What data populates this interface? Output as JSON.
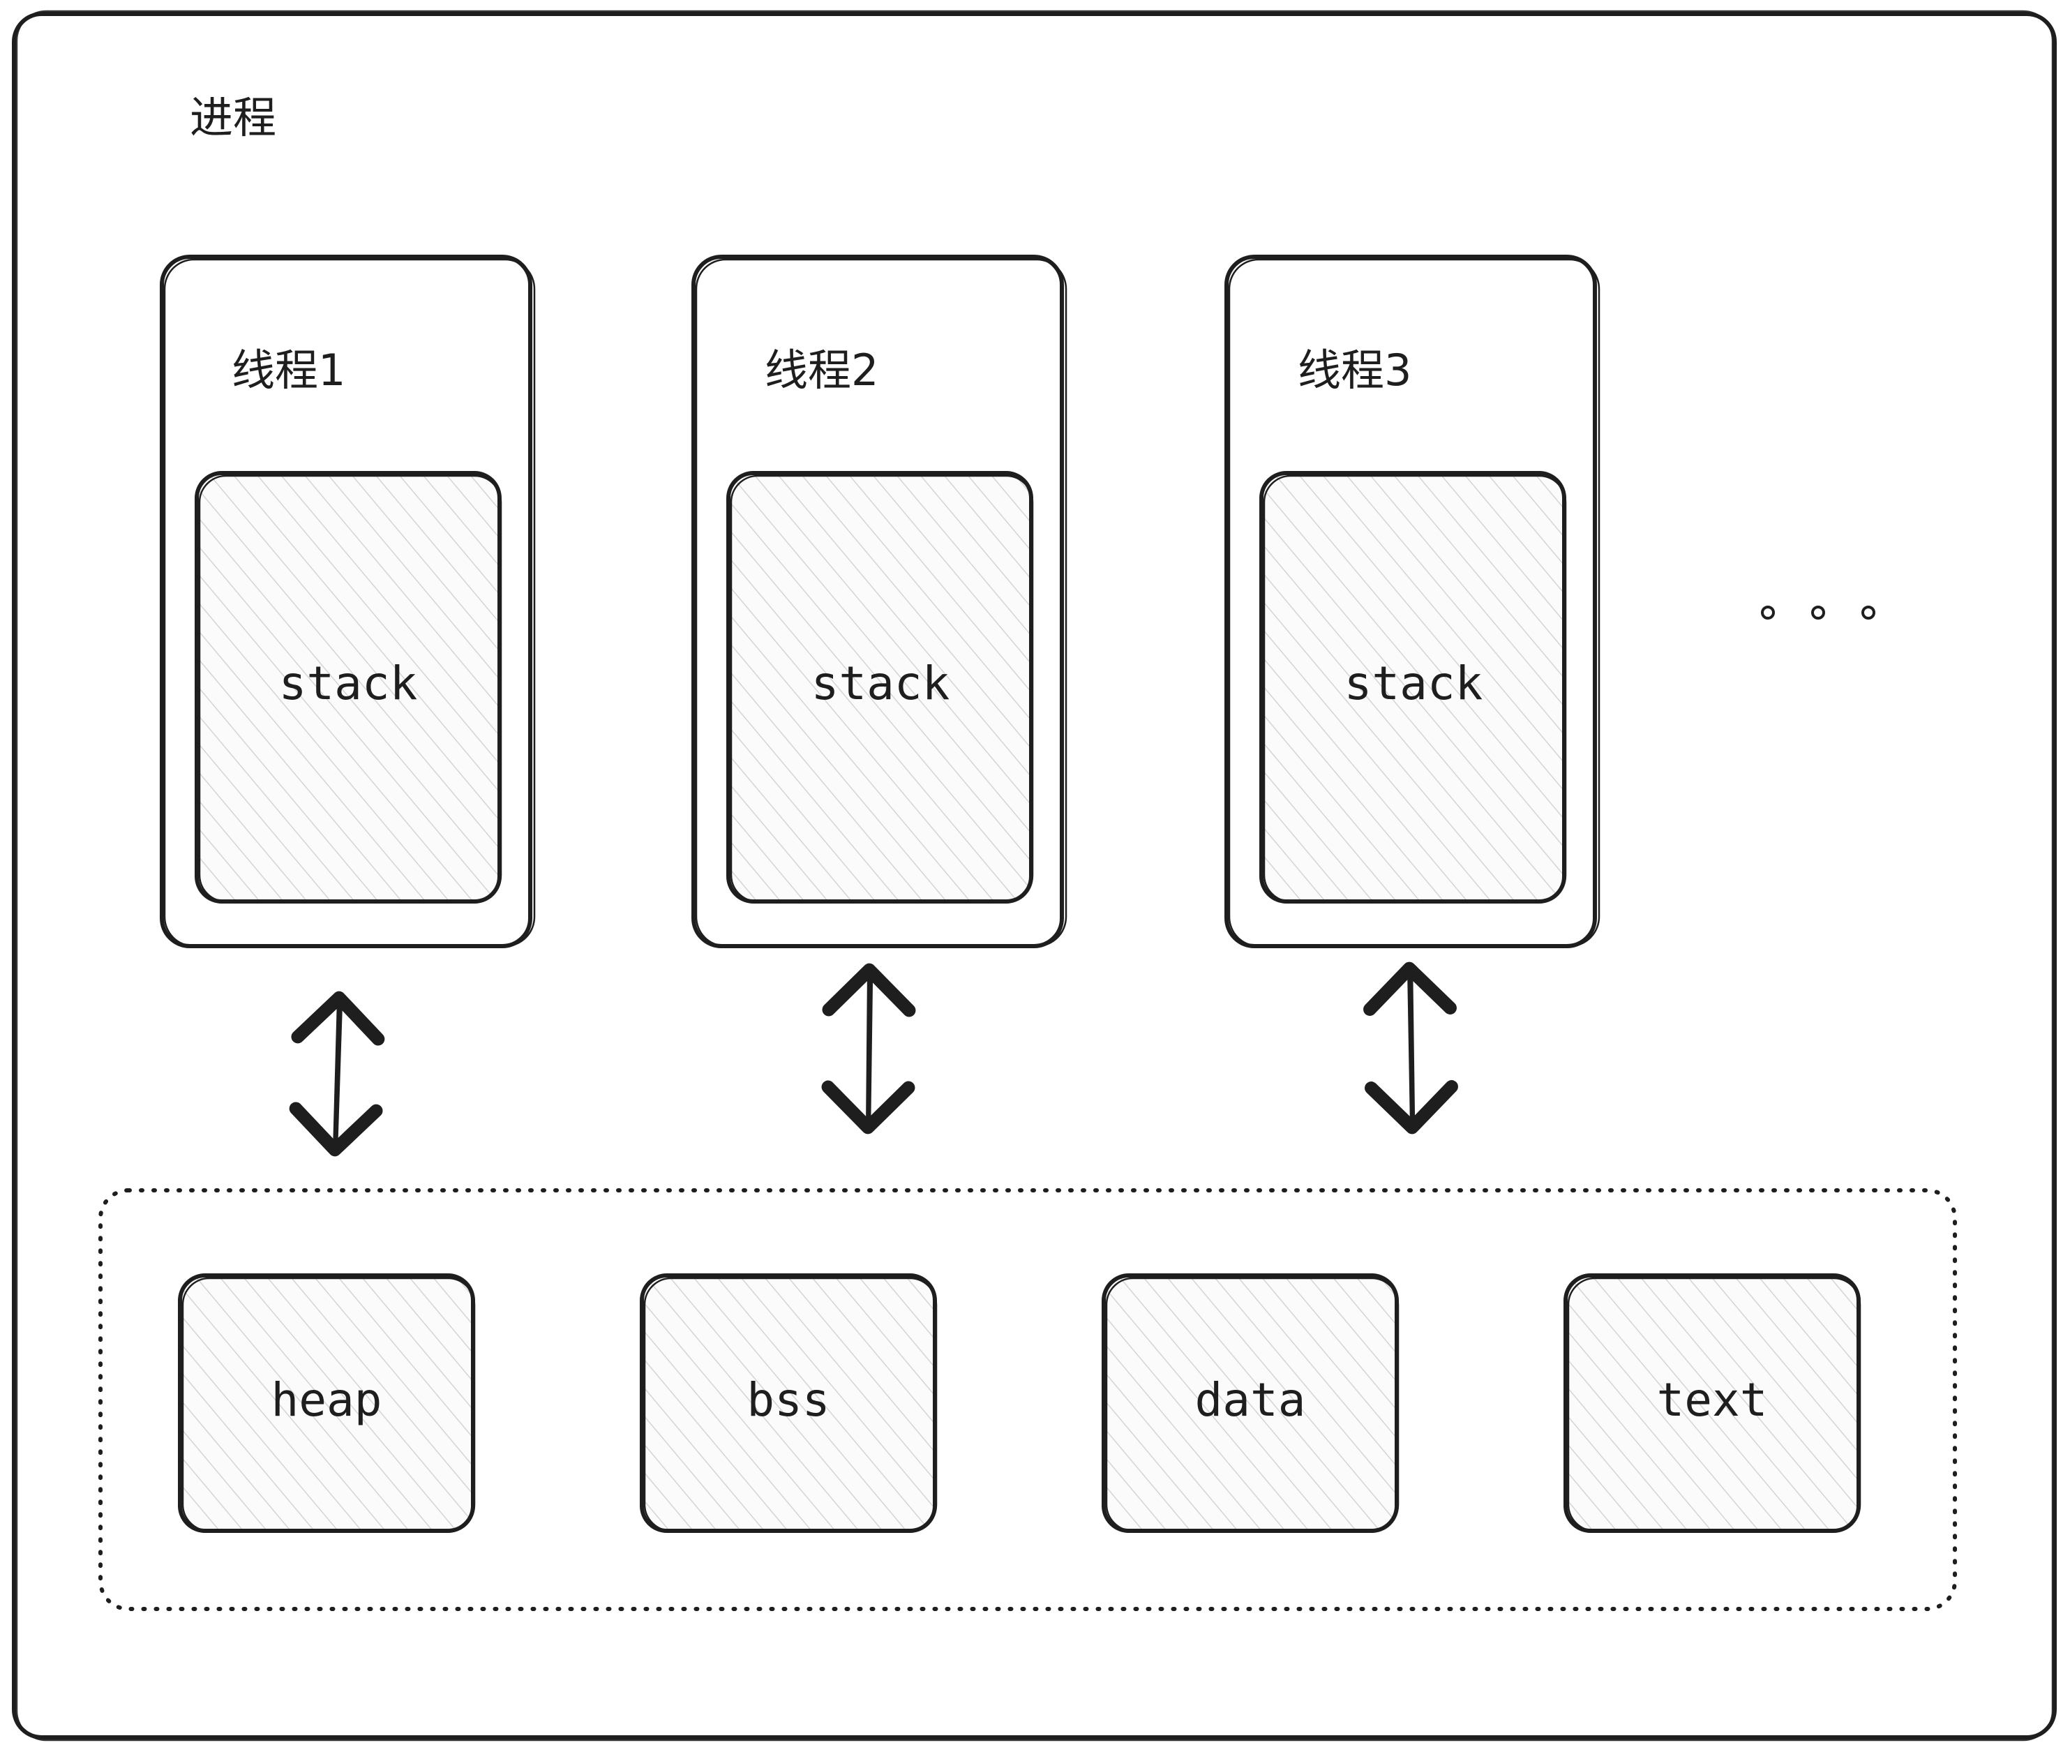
{
  "process": {
    "label": "进程"
  },
  "threads": [
    {
      "label": "线程1",
      "stack_label": "stack"
    },
    {
      "label": "线程2",
      "stack_label": "stack"
    },
    {
      "label": "线程3",
      "stack_label": "stack"
    }
  ],
  "more_threads_marker": "...",
  "shared_segments": [
    {
      "label": "heap"
    },
    {
      "label": "bss"
    },
    {
      "label": "data"
    },
    {
      "label": "text"
    }
  ],
  "colors": {
    "stroke": "#1e1e1e",
    "hatch": "#d6d6d6",
    "fill_light": "#fbfbfb",
    "background": "#ffffff"
  }
}
